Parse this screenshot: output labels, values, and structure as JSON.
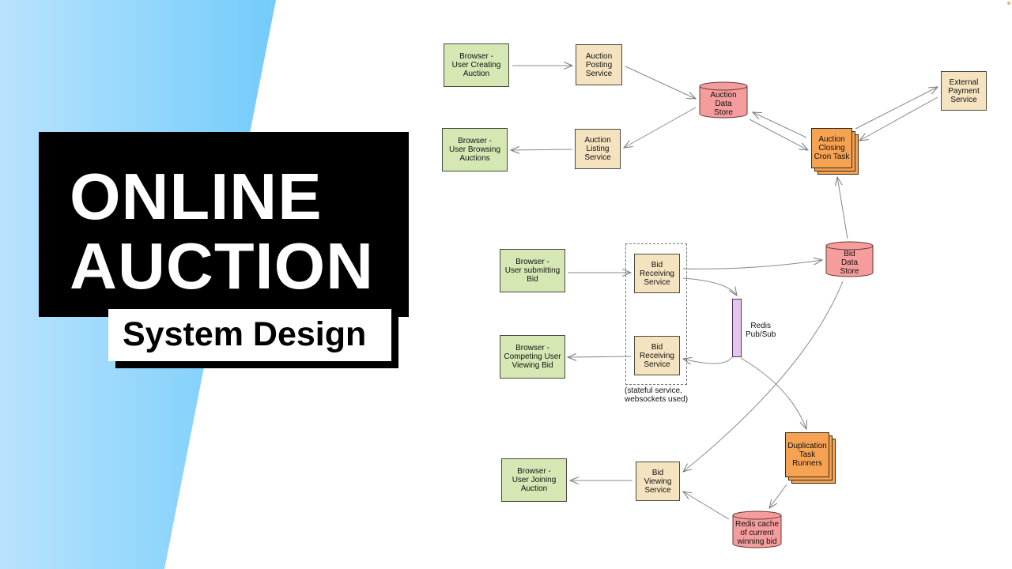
{
  "title": {
    "line1": "ONLINE",
    "line2": "AUCTION",
    "subtitle": "System Design"
  },
  "colors": {
    "browser_fill": "#d5e8b4",
    "service_fill": "#f5e3c0",
    "task_fill": "#f6a253",
    "datastore_fill": "#f59c9c",
    "pubsub_fill": "#e5c4ee",
    "blue_gradient_start": "#b9e3fd",
    "blue_gradient_end": "#02a2f6",
    "title_bg": "#000000"
  },
  "diagram": {
    "nodes": {
      "browser_creating": "Browser -\nUser Creating\nAuction",
      "auction_posting": "Auction\nPosting\nService",
      "auction_data_store": "Auction\nData\nStore",
      "browser_browsing": "Browser -\nUser Browsing\nAuctions",
      "auction_listing": "Auction\nListing\nService",
      "external_payment": "External\nPayment\nService",
      "auction_closing": "Auction\nClosing\nCron Task",
      "browser_submitting": "Browser -\nUser submitting\nBid",
      "bid_receiving_1": "Bid\nReceiving\nService",
      "bid_data_store": "Bid\nData\nStore",
      "redis_pubsub": "Redis\nPub/Sub",
      "browser_competing": "Browser -\nCompeting User\nViewing Bid",
      "bid_receiving_2": "Bid\nReceiving\nService",
      "stateful_note": "(stateful service,\nwebsockets used)",
      "duplication_runners": "Duplication\nTask\nRunners",
      "browser_joining": "Browser -\nUser Joining\nAuction",
      "bid_viewing": "Bid\nViewing\nService",
      "redis_cache": "Redis cache\nof current\nwinning bid"
    },
    "edges": [
      {
        "from": "browser_creating",
        "to": "auction_posting"
      },
      {
        "from": "auction_posting",
        "to": "auction_data_store"
      },
      {
        "from": "auction_data_store",
        "to": "auction_listing"
      },
      {
        "from": "auction_listing",
        "to": "browser_browsing"
      },
      {
        "from": "auction_closing",
        "to": "auction_data_store"
      },
      {
        "from": "auction_data_store",
        "to": "auction_closing"
      },
      {
        "from": "auction_closing",
        "to": "external_payment"
      },
      {
        "from": "external_payment",
        "to": "auction_closing"
      },
      {
        "from": "bid_data_store",
        "to": "auction_closing"
      },
      {
        "from": "browser_submitting",
        "to": "bid_receiving_1"
      },
      {
        "from": "bid_receiving_1",
        "to": "bid_data_store"
      },
      {
        "from": "bid_receiving_1",
        "to": "redis_pubsub"
      },
      {
        "from": "redis_pubsub",
        "to": "bid_receiving_2"
      },
      {
        "from": "bid_receiving_2",
        "to": "browser_competing"
      },
      {
        "from": "redis_pubsub",
        "to": "duplication_runners"
      },
      {
        "from": "bid_data_store",
        "to": "bid_viewing"
      },
      {
        "from": "duplication_runners",
        "to": "redis_cache"
      },
      {
        "from": "redis_cache",
        "to": "bid_viewing"
      },
      {
        "from": "bid_viewing",
        "to": "browser_joining"
      }
    ]
  }
}
